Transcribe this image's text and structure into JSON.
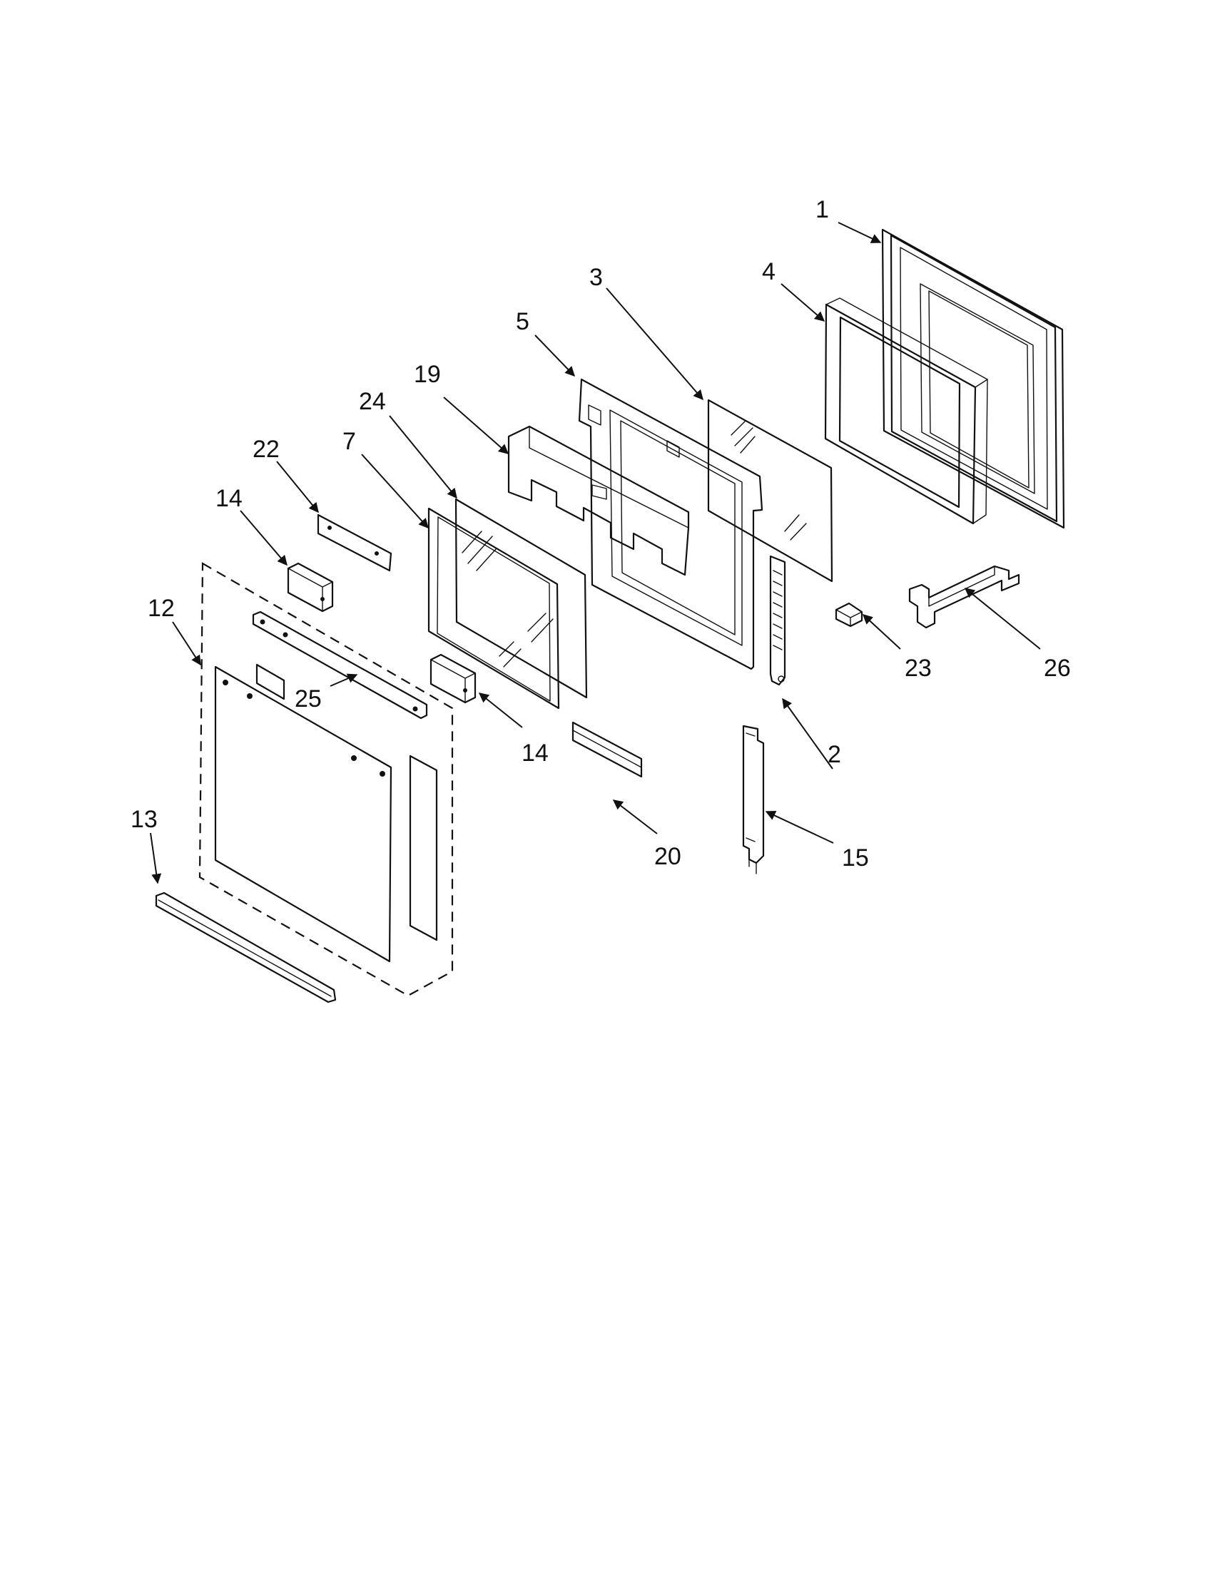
{
  "callouts": [
    {
      "id": "1",
      "label": "1"
    },
    {
      "id": "2",
      "label": "2"
    },
    {
      "id": "3",
      "label": "3"
    },
    {
      "id": "4",
      "label": "4"
    },
    {
      "id": "5",
      "label": "5"
    },
    {
      "id": "7",
      "label": "7"
    },
    {
      "id": "12",
      "label": "12"
    },
    {
      "id": "13",
      "label": "13"
    },
    {
      "id": "14a",
      "label": "14"
    },
    {
      "id": "14b",
      "label": "14"
    },
    {
      "id": "15",
      "label": "15"
    },
    {
      "id": "19",
      "label": "19"
    },
    {
      "id": "20",
      "label": "20"
    },
    {
      "id": "22",
      "label": "22"
    },
    {
      "id": "23",
      "label": "23"
    },
    {
      "id": "24",
      "label": "24"
    },
    {
      "id": "25",
      "label": "25"
    },
    {
      "id": "26",
      "label": "26"
    }
  ]
}
